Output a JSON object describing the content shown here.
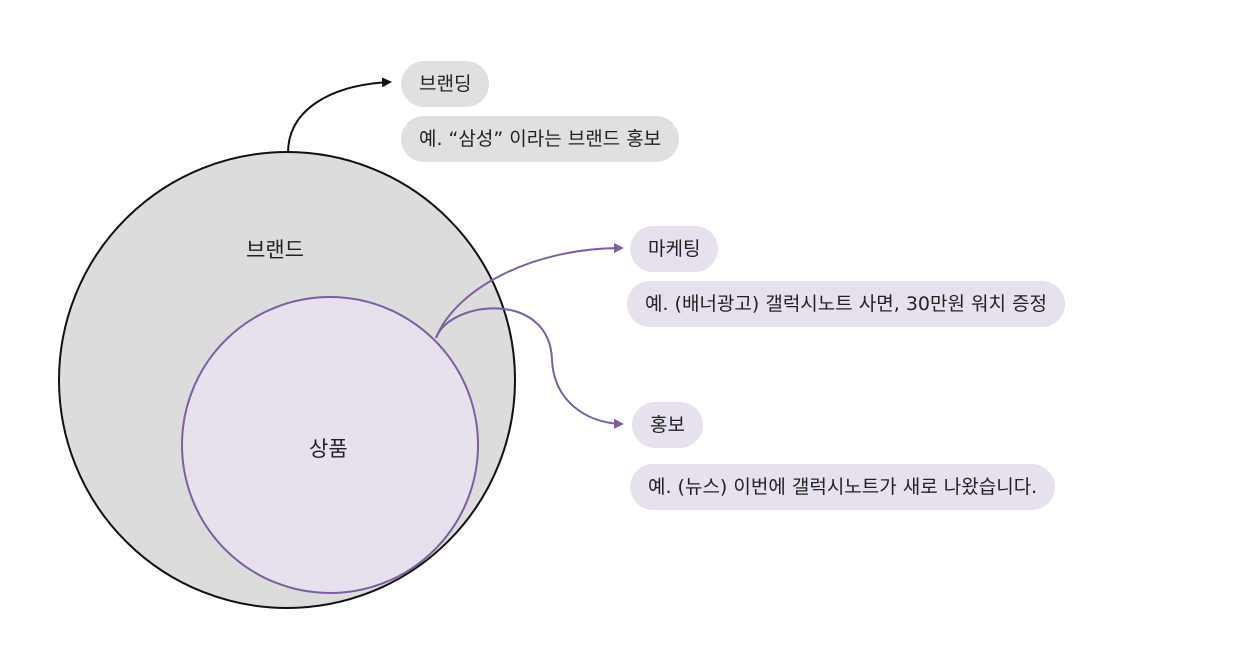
{
  "colors": {
    "outer_circle_fill": "#dcdcdc",
    "outer_circle_stroke": "#111111",
    "inner_circle_fill": "#e7e1ee",
    "inner_circle_stroke": "#7b5fa0",
    "branding_arrow": "#111111",
    "product_arrows": "#7b5fa0",
    "gray_pill": "#e0e0e0",
    "purple_pill": "#e7e1ee"
  },
  "diagram": {
    "outer_circle_label": "브랜드",
    "inner_circle_label": "상품"
  },
  "branding": {
    "title": "브랜딩",
    "example": "예. “삼성” 이라는 브랜드 홍보"
  },
  "marketing": {
    "title": "마케팅",
    "example": "예. (배너광고) 갤럭시노트 사면, 30만원 워치 증정"
  },
  "promotion": {
    "title": "홍보",
    "example": "예. (뉴스) 이번에 갤럭시노트가 새로 나왔습니다."
  }
}
